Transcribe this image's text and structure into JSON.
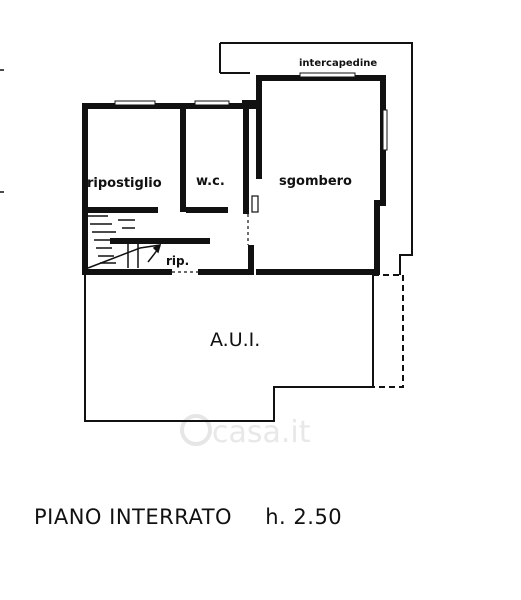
{
  "plan": {
    "rooms": {
      "storage": "ripostiglio",
      "wc": "w.c.",
      "storeroom": "sgombero",
      "small_storage": "rip.",
      "cavity": "intercapedine",
      "accessory": "A.U.I."
    },
    "floor_label": "PIANO INTERRATO",
    "height_label": "h. 2.50",
    "watermark": "casa.it"
  },
  "colors": {
    "wall": "#111111",
    "background": "#ffffff"
  }
}
